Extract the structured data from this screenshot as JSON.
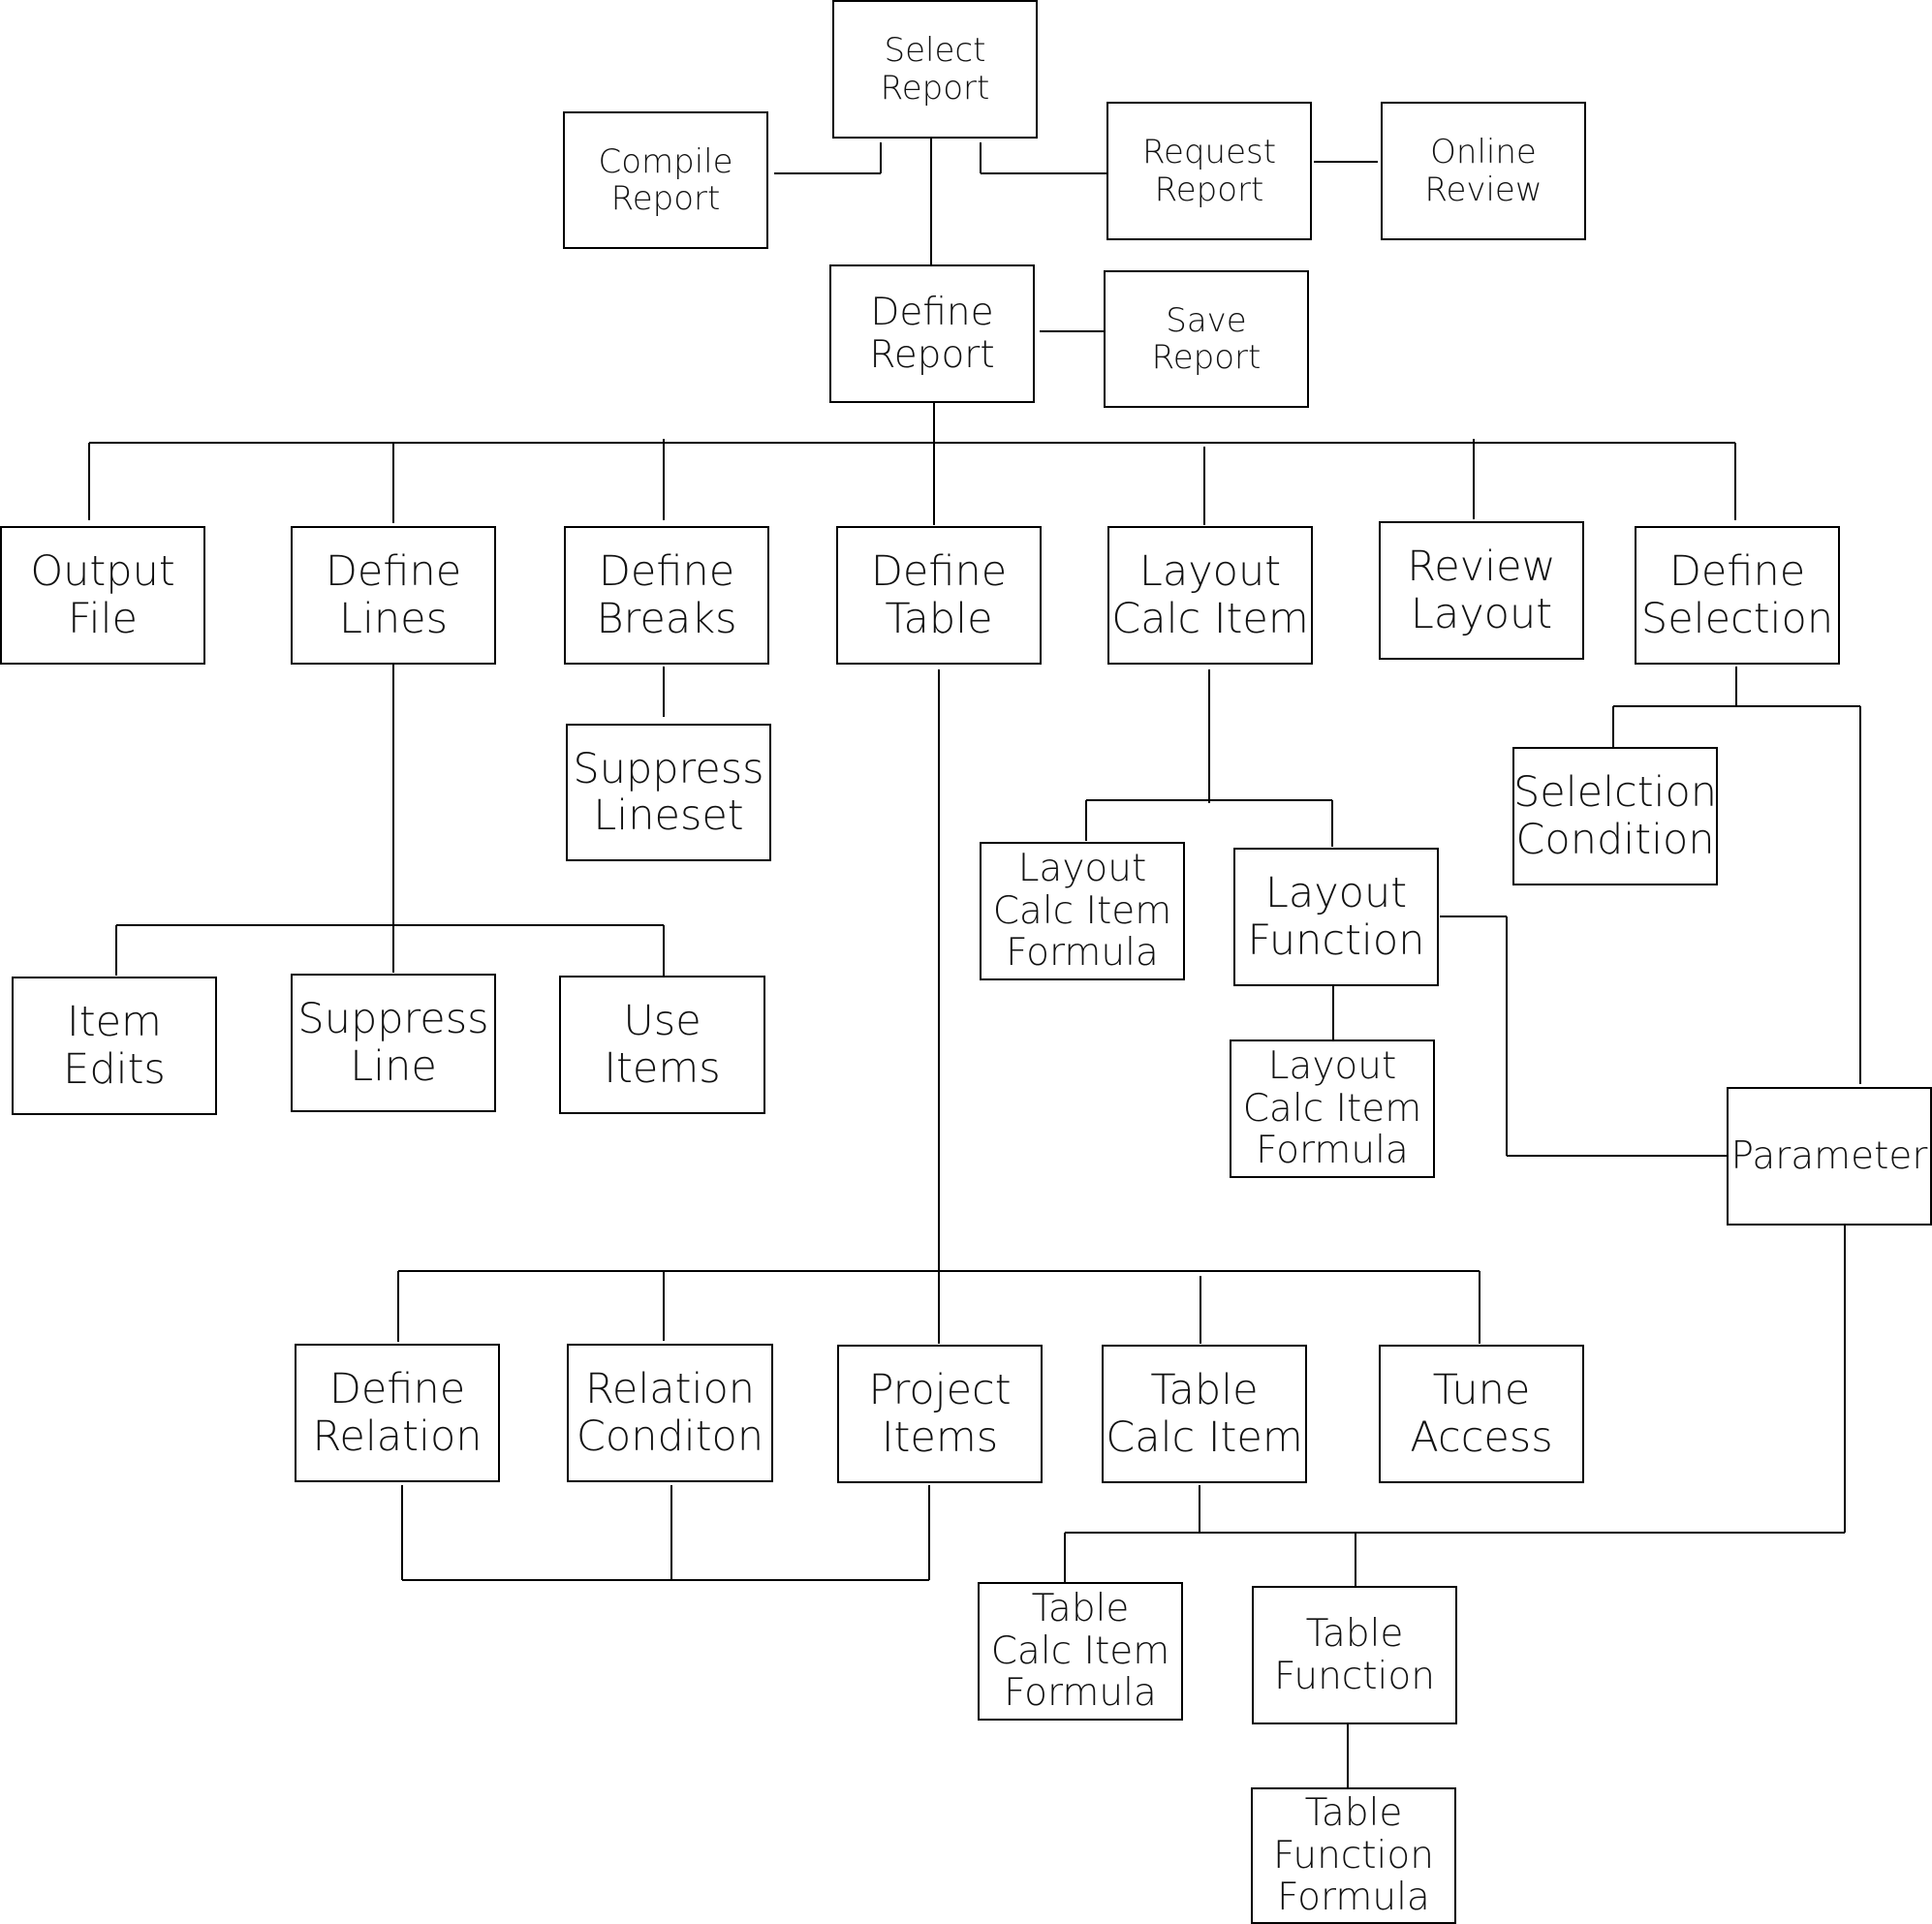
{
  "diagram": {
    "nodes": [
      {
        "id": "select-report",
        "lines": [
          "Select",
          "Report"
        ]
      },
      {
        "id": "compile-report",
        "lines": [
          "Compile",
          "Report"
        ]
      },
      {
        "id": "request-report",
        "lines": [
          "Request",
          "Report"
        ]
      },
      {
        "id": "online-review",
        "lines": [
          "Online",
          "Review"
        ]
      },
      {
        "id": "define-report",
        "lines": [
          "Define",
          "Report"
        ]
      },
      {
        "id": "save-report",
        "lines": [
          "Save",
          "Report"
        ]
      },
      {
        "id": "output-file",
        "lines": [
          "Output",
          "File"
        ]
      },
      {
        "id": "define-lines",
        "lines": [
          "Define",
          "Lines"
        ]
      },
      {
        "id": "define-breaks",
        "lines": [
          "Define",
          "Breaks"
        ]
      },
      {
        "id": "define-table",
        "lines": [
          "Define",
          "Table"
        ]
      },
      {
        "id": "layout-calc-item",
        "lines": [
          "Layout",
          "Calc Item"
        ]
      },
      {
        "id": "review-layout",
        "lines": [
          "Review",
          "Layout"
        ]
      },
      {
        "id": "define-selection",
        "lines": [
          "Define",
          "Selection"
        ]
      },
      {
        "id": "suppress-lineset",
        "lines": [
          "Suppress",
          "Lineset"
        ]
      },
      {
        "id": "selection-condition",
        "lines": [
          "Selelction",
          "Condition"
        ]
      },
      {
        "id": "layout-calc-item-formula-1",
        "lines": [
          "Layout",
          "Calc Item",
          "Formula"
        ]
      },
      {
        "id": "layout-function",
        "lines": [
          "Layout",
          "Function"
        ]
      },
      {
        "id": "layout-calc-item-formula-2",
        "lines": [
          "Layout",
          "Calc Item",
          "Formula"
        ]
      },
      {
        "id": "item-edits",
        "lines": [
          "Item",
          "Edits"
        ]
      },
      {
        "id": "suppress-line",
        "lines": [
          "Suppress",
          "Line"
        ]
      },
      {
        "id": "use-items",
        "lines": [
          "Use",
          "Items"
        ]
      },
      {
        "id": "parameter",
        "lines": [
          "Parameter"
        ]
      },
      {
        "id": "define-relation",
        "lines": [
          "Define",
          "Relation"
        ]
      },
      {
        "id": "relation-condition",
        "lines": [
          "Relation",
          "Conditon"
        ]
      },
      {
        "id": "project-items",
        "lines": [
          "Project",
          "Items"
        ]
      },
      {
        "id": "table-calc-item",
        "lines": [
          "Table",
          "Calc Item"
        ]
      },
      {
        "id": "tune-access",
        "lines": [
          "Tune",
          "Access"
        ]
      },
      {
        "id": "table-calc-item-formula",
        "lines": [
          "Table",
          "Calc Item",
          "Formula"
        ]
      },
      {
        "id": "table-function",
        "lines": [
          "Table",
          "Function"
        ]
      },
      {
        "id": "table-function-formula",
        "lines": [
          "Table",
          "Function",
          "Formula"
        ]
      }
    ]
  }
}
